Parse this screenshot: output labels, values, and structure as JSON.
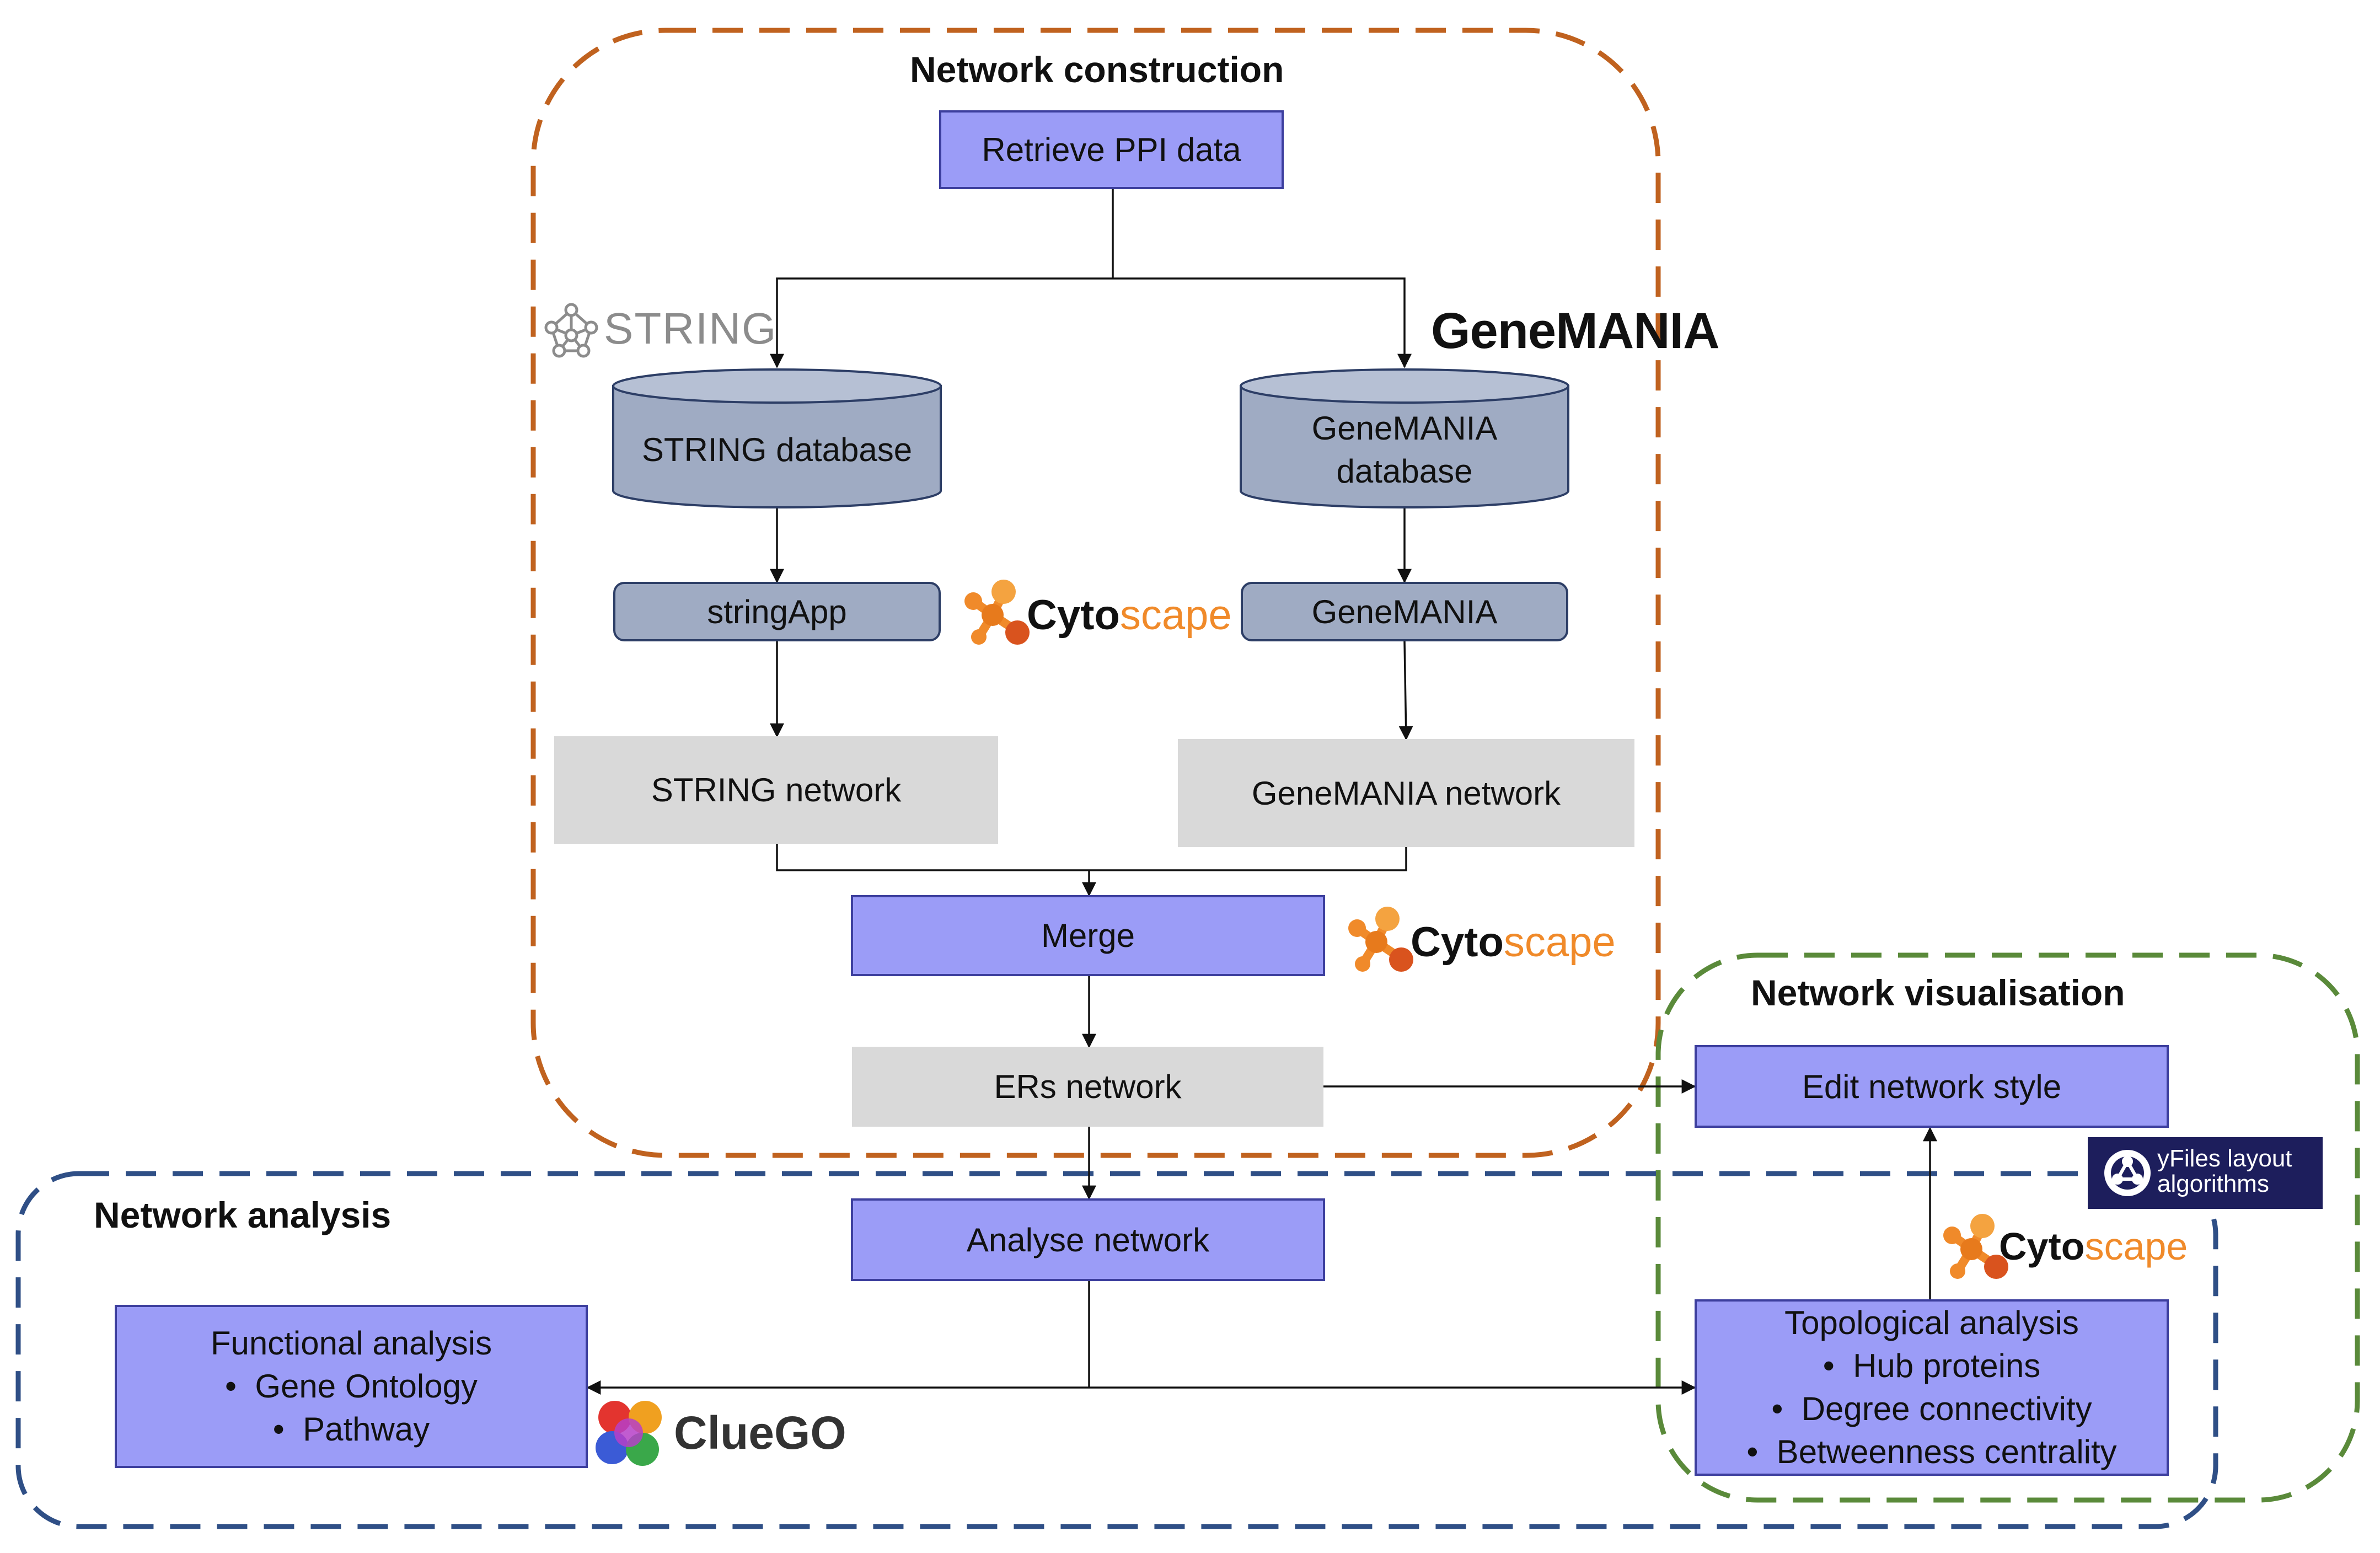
{
  "groups": {
    "construction": "Network construction",
    "visualisation": "Network visualisation",
    "analysis": "Network analysis"
  },
  "nodes": {
    "retrieve": "Retrieve PPI data",
    "string_db": "STRING database",
    "genemania_db": [
      "GeneMANIA",
      "database"
    ],
    "stringapp": "stringApp",
    "genemania_app": "GeneMANIA",
    "string_net": "STRING network",
    "genemania_net": "GeneMANIA network",
    "merge": "Merge",
    "ers_net": "ERs network",
    "analyse": "Analyse network",
    "edit_style": "Edit network style",
    "functional": {
      "title": "Functional analysis",
      "items": [
        "Gene Ontology",
        "Pathway"
      ]
    },
    "topological": {
      "title": "Topological analysis",
      "items": [
        "Hub proteins",
        "Degree connectivity",
        "Betweenness centrality"
      ]
    }
  },
  "logos": {
    "string": "STRING",
    "genemania": "GeneMANIA",
    "cytoscape_a": "Cyto",
    "cytoscape_b": "scape",
    "cluego": "ClueGO",
    "yfiles": [
      "yFiles layout",
      "algorithms"
    ]
  },
  "colors": {
    "construction_border": "#c0621f",
    "visualisation_border": "#5a8a3a",
    "analysis_border": "#2f4f86",
    "process_fill": "#9b9cf7",
    "network_fill": "#d9d9d9",
    "database_fill": "#9fabc3",
    "cytoscape_orange": "#f08a2a",
    "yfiles_bg": "#1d1e5c"
  }
}
